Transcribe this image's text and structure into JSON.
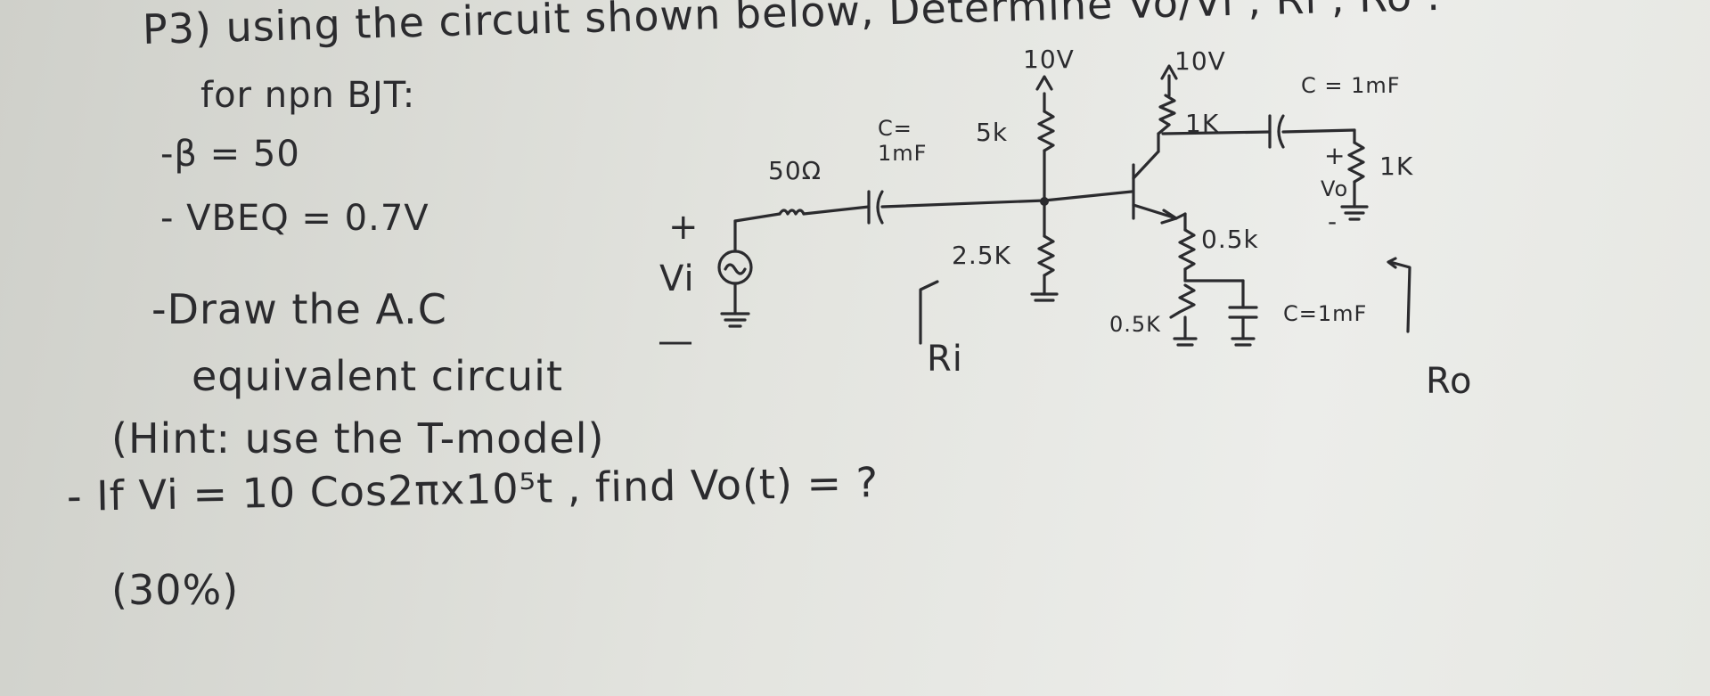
{
  "problem": {
    "header": "P3) using the circuit shown below, Determine Vo/Vi , Ri , Ro :",
    "given_intro": "for npn BJT:",
    "beta": "-β = 50",
    "vbeq": "- VBEQ = 0.7V",
    "draw_line1": "-Draw the A.C",
    "draw_line2": "equivalent circuit",
    "hint": "(Hint: use the T-model)",
    "if_vi": "- If Vi = 10 Cos2πx10⁵t , find Vo(t) = ?",
    "points": "(30%)"
  },
  "circuit": {
    "vcc_left": "10V",
    "vcc_right": "10V",
    "r_source": "50Ω",
    "c_in": "C= 1mF",
    "r_b1": "5k",
    "r_b2": "2.5K",
    "r_c": "1K",
    "c_out": "C = 1mF",
    "r_load": "1K",
    "r_e1": "0.5k",
    "r_e2": "0.5K",
    "c_e": "C=1mF",
    "vi_label": "Vi",
    "vi_plus": "+",
    "vi_minus": "—",
    "vo_label": "Vo",
    "vo_plus": "+",
    "vo_minus": "-",
    "ri_label": "Ri",
    "ro_label": "Ro"
  }
}
